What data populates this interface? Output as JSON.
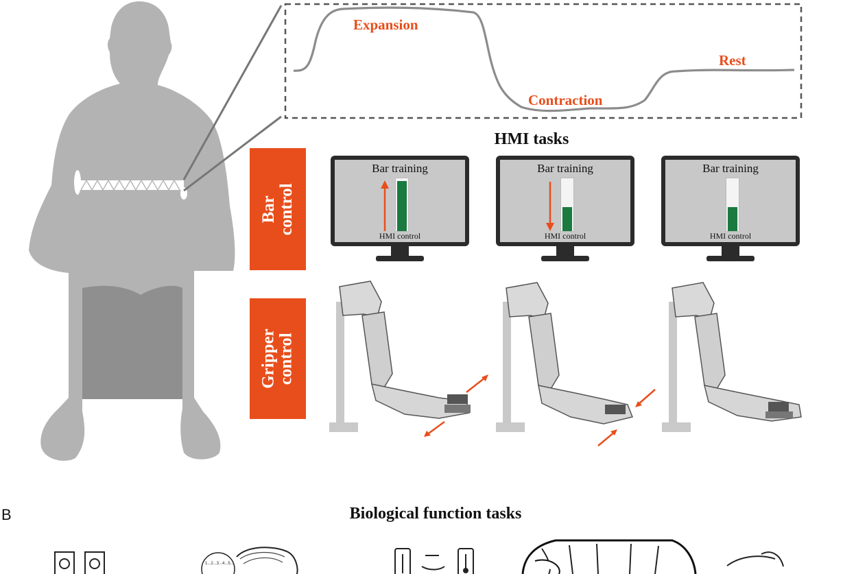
{
  "colors": {
    "accent": "#e84e1b",
    "silhouette": "#b3b3b3",
    "seat": "#8f8f8f",
    "bar_green": "#1a7a3f",
    "curve": "#8c8c8c",
    "monitor_frame": "#2b2b2b"
  },
  "signal": {
    "labels": {
      "expansion": "Expansion",
      "contraction": "Contraction",
      "rest": "Rest"
    }
  },
  "hmi": {
    "title": "HMI tasks",
    "bar_row_label": "Bar control",
    "gripper_row_label": "Gripper control",
    "monitors": [
      {
        "title": "Bar training",
        "footer": "HMI control",
        "arrow": "up-arrow",
        "fill": 0.95
      },
      {
        "title": "Bar training",
        "footer": "HMI control",
        "arrow": "down-arrow",
        "fill": 0.45
      },
      {
        "title": "Bar training",
        "footer": "HMI control",
        "arrow": "none",
        "fill": 0.45
      }
    ],
    "grippers": [
      {
        "state": "opening"
      },
      {
        "state": "closing"
      },
      {
        "state": "rest"
      }
    ]
  },
  "panel_b": {
    "letter": "B",
    "title": "Biological function tasks",
    "ruler_text": "1...2...3...4...5..."
  }
}
